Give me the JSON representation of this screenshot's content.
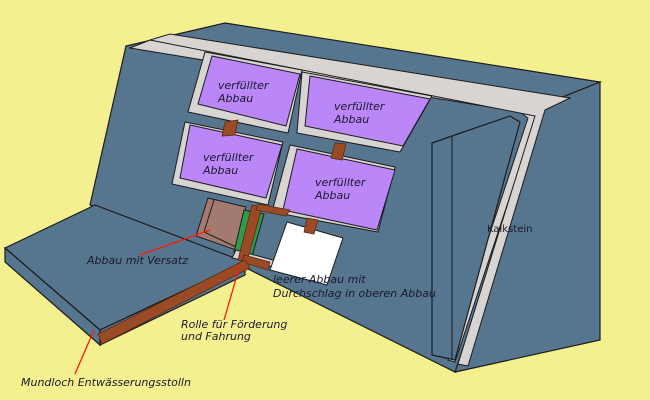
{
  "labels": {
    "stope_1": [
      "verfüllter",
      "Abbau"
    ],
    "stope_2": [
      "verfüllter",
      "Abbau"
    ],
    "stope_3": [
      "verfüllter",
      "Abbau"
    ],
    "stope_4": [
      "verfüllter",
      "Abbau"
    ],
    "backfilled_stope": "Abbau mit Versatz",
    "empty_stope": [
      "leerer Abbau mit",
      "Durchschlag in oberen Abbau"
    ],
    "shaft": [
      "Rolle für Förderung",
      "und Fahrung"
    ],
    "adit": "Mundloch Entwässerungsstolln",
    "rock": "Kalkstein"
  },
  "colors": {
    "background": "#f5f08f",
    "rock": "#56758f",
    "gallery": "#d8d4d2",
    "backfilled": "#bb86f8",
    "versatz": "#a27a70",
    "green": "#2e9b4c",
    "roll": "#9b4a26",
    "leader": "#ff1a00"
  }
}
